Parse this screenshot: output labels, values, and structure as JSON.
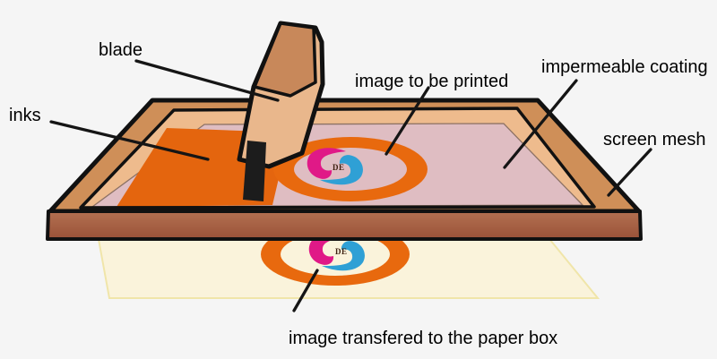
{
  "labels": {
    "blade": "blade",
    "inks": "inks",
    "image_to_be_printed": "image to be printed",
    "impermeable_coating": "impermeable coating",
    "screen_mesh": "screen mesh",
    "image_transferred": "image transfered to the paper box"
  },
  "logo": {
    "text": "DE"
  },
  "colors": {
    "background": "#f5f5f5",
    "frame_top": "#cf8f58",
    "frame_front_top": "#b37051",
    "frame_front_bottom": "#9a5238",
    "inner_wall": "#eebb8d",
    "coating_pink": "#dfbdc2",
    "ink_orange": "#e4650e",
    "ring_orange": "#e8690e",
    "swoosh_pink": "#e01987",
    "swoosh_blue": "#2fa0d5",
    "paper_cream": "#faf3db",
    "paper_edge": "#f0e5a9",
    "blade_light": "#e9b78c",
    "blade_dark": "#c8885a",
    "squeegee_black": "#1c1c1c",
    "label_text": "#000000",
    "logo_text_color": "#3d2010"
  }
}
